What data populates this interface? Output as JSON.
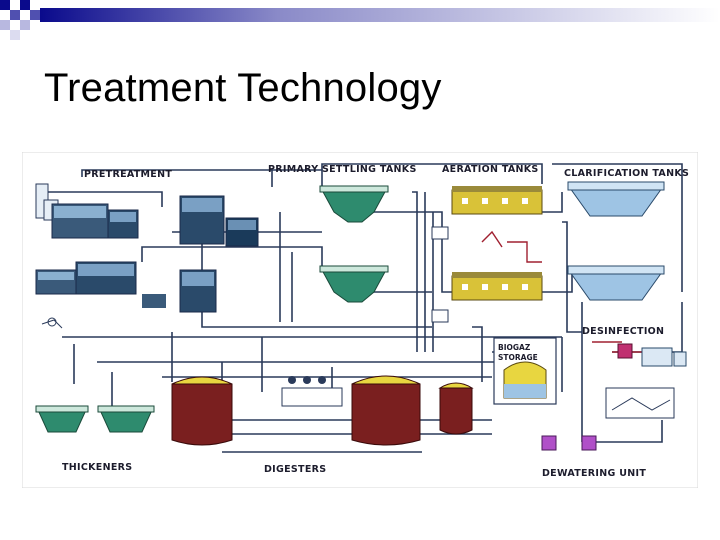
{
  "slide": {
    "title": "Treatment Technology"
  },
  "diagram": {
    "labels": {
      "pretreatment": "PRETREATMENT",
      "primary_settling": "PRIMARY SETTLING TANKS",
      "aeration": "AERATION TANKS",
      "clarification": "CLARIFICATION TANKS",
      "desinfection": "DESINFECTION",
      "biogaz_line1": "BIOGAZ",
      "biogaz_line2": "STORAGE",
      "thickeners": "THICKENERS",
      "digesters": "DIGESTERS",
      "dewatering": "DEWATERING UNIT"
    }
  },
  "colors": {
    "bar_dark": "#0a0a8c",
    "settling_green": "#2e8b6e",
    "aeration_yellow": "#d9c238",
    "clarifier_blue": "#9ec4e4",
    "digester_red": "#7a1f1f",
    "digester_yellow": "#e8d640",
    "pipe_dark": "#2a3a5a",
    "pipe_red": "#a02030"
  }
}
